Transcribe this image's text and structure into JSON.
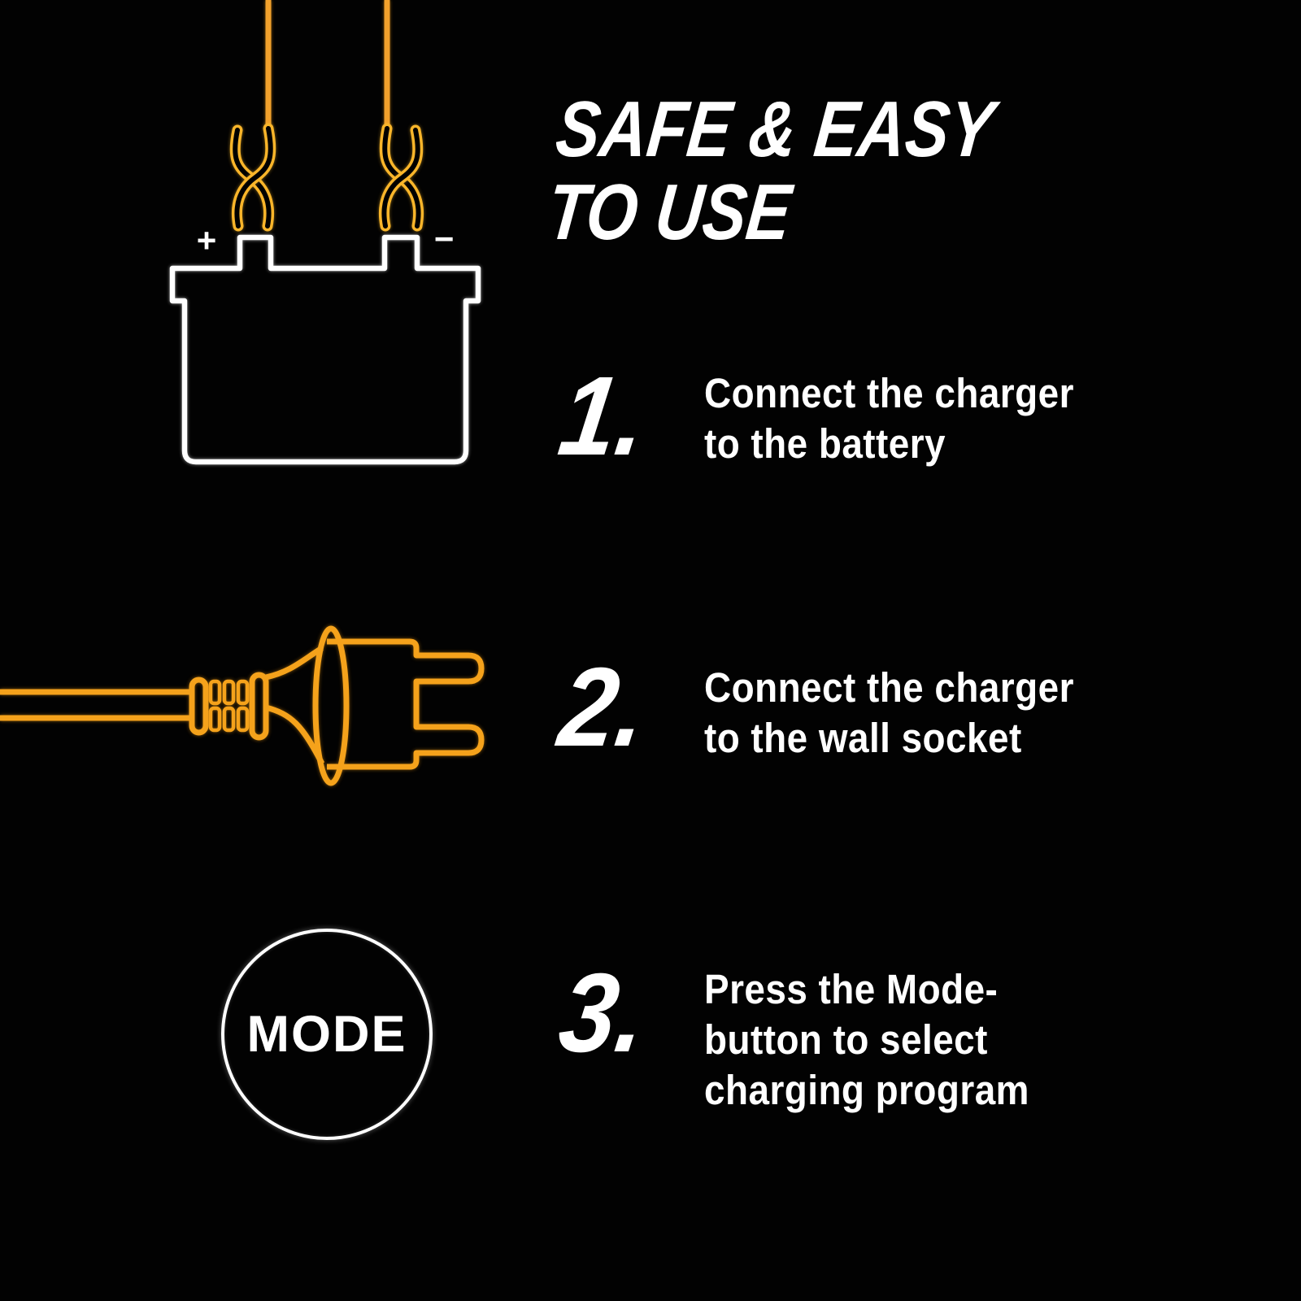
{
  "title": {
    "line1": "SAFE & EASY",
    "line2": "TO USE"
  },
  "steps": [
    {
      "number": "1.",
      "lines": [
        "Connect the charger",
        "to the battery"
      ]
    },
    {
      "number": "2.",
      "lines": [
        "Connect the charger",
        "to the wall socket"
      ]
    },
    {
      "number": "3.",
      "lines": [
        "Press the Mode-",
        "button to select",
        "charging program"
      ]
    }
  ],
  "battery": {
    "positive": "+",
    "negative": "−"
  },
  "mode_button": {
    "label": "MODE"
  },
  "icons": {
    "battery": "battery-icon",
    "positive_clamp": "positive-clamp-icon",
    "negative_clamp": "negative-clamp-icon",
    "power_plug": "power-plug-icon",
    "mode_circle": "mode-button-circle"
  },
  "colors": {
    "background": "#000000",
    "text_white": "#FFFFFF",
    "cable_orange": "#F2A12C",
    "clamp_gold": "#F9B52A",
    "plug_orange": "#F5A21B"
  }
}
